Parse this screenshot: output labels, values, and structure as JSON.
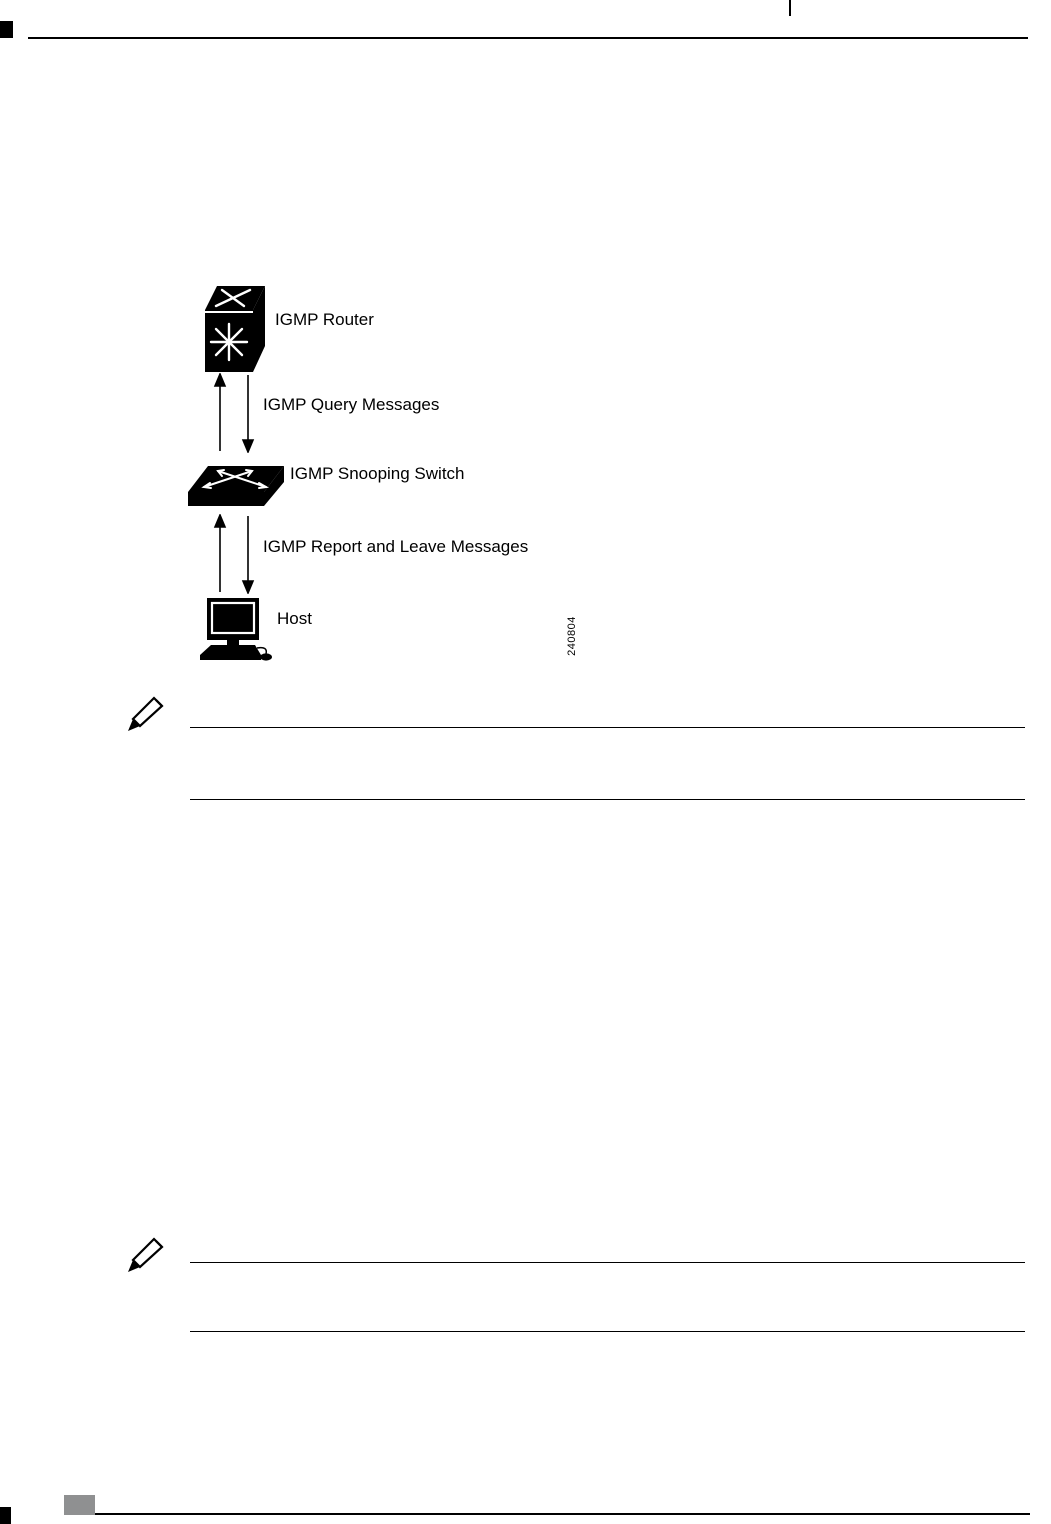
{
  "figure": {
    "router_label": "IGMP Router",
    "query_arrows_label": "IGMP Query Messages",
    "switch_label": "IGMP Snooping Switch",
    "report_arrows_label": "IGMP Report and Leave Messages",
    "host_label": "Host",
    "figure_number": "240804"
  }
}
